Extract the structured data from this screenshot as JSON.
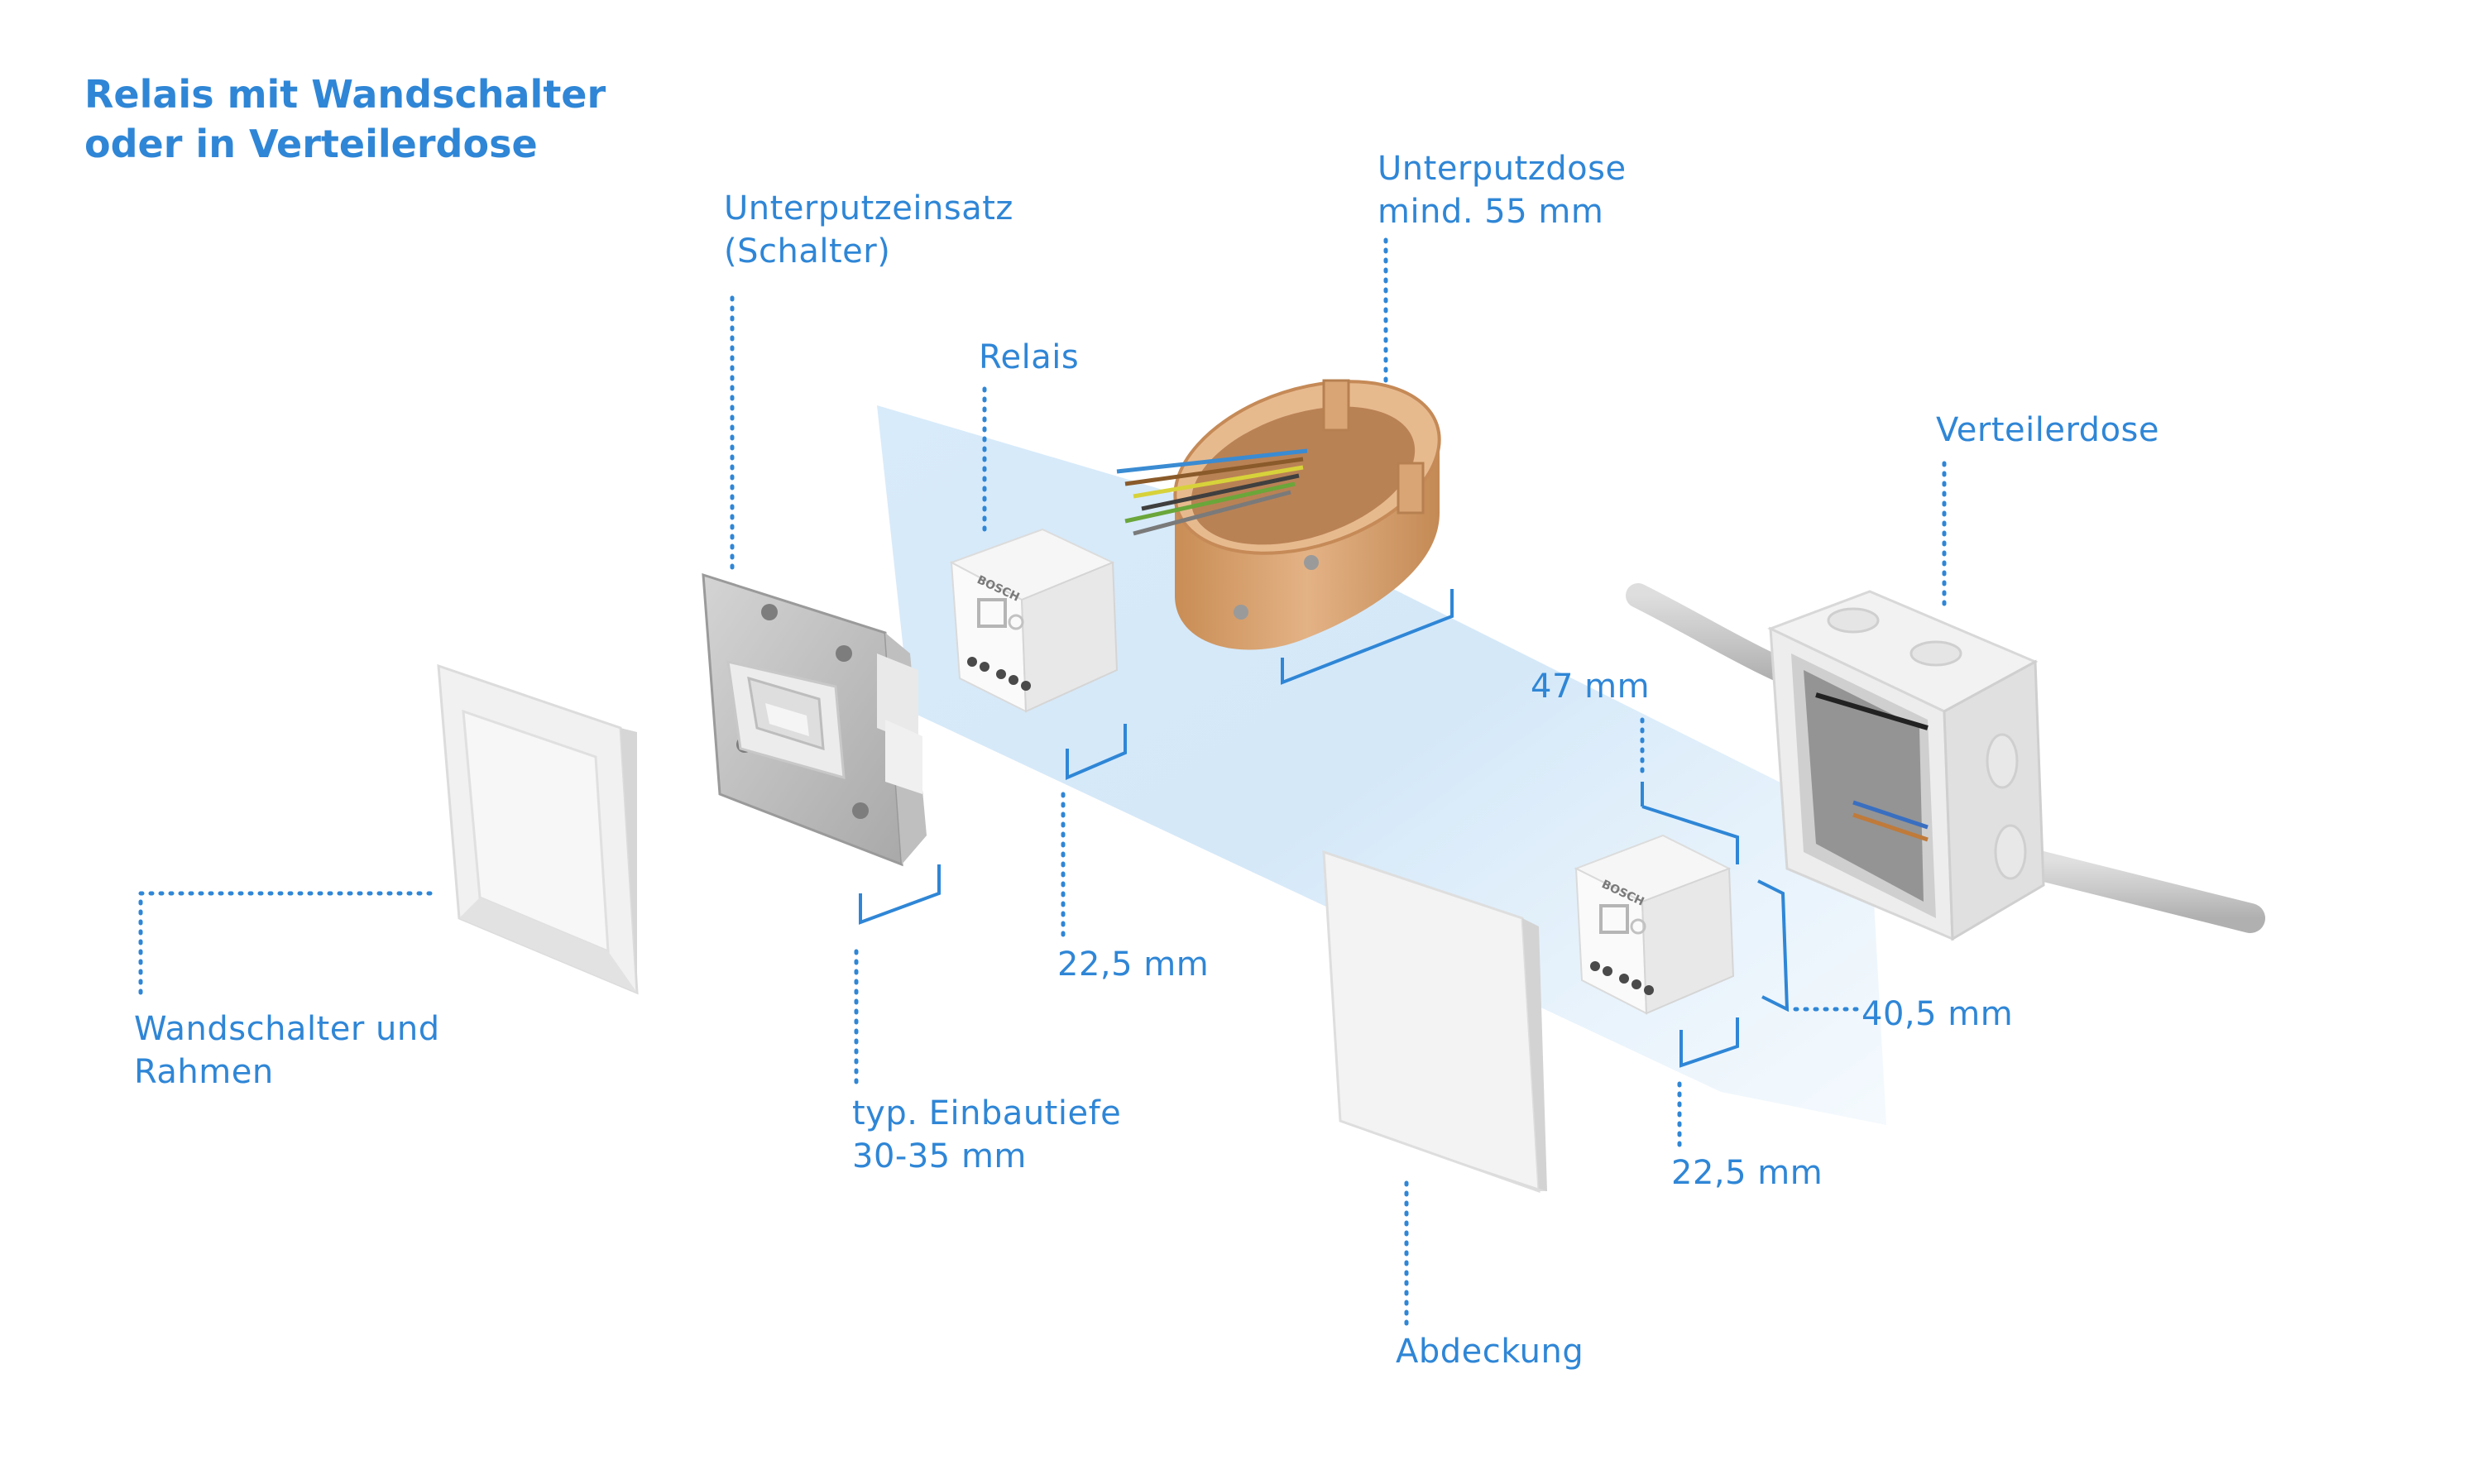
{
  "title": {
    "line1": "Relais mit Wandschalter",
    "line2": "oder in Verteilerdose"
  },
  "labels": {
    "unterputzeinsatz": {
      "line1": "Unterputzeinsatz",
      "line2": "(Schalter)"
    },
    "relais": "Relais",
    "unterputzdose": {
      "line1": "Unterputzdose",
      "line2": "mind. 55 mm"
    },
    "verteilerdose": "Verteilerdose",
    "wandschalter": {
      "line1": "Wandschalter und",
      "line2": "Rahmen"
    },
    "einbautiefe": {
      "line1": "typ. Einbautiefe",
      "line2": "30-35 mm"
    },
    "relais_depth": "22,5 mm",
    "width_47": "47 mm",
    "height_40": "40,5 mm",
    "depth_22": "22,5 mm",
    "abdeckung": "Abdeckung"
  },
  "relay_brand": "BOSCH",
  "colors": {
    "accent": "#2f86d6",
    "leader_dots": "#2f86d6",
    "light_band": "#cfe6f8",
    "box_tan": "#d9a574"
  }
}
